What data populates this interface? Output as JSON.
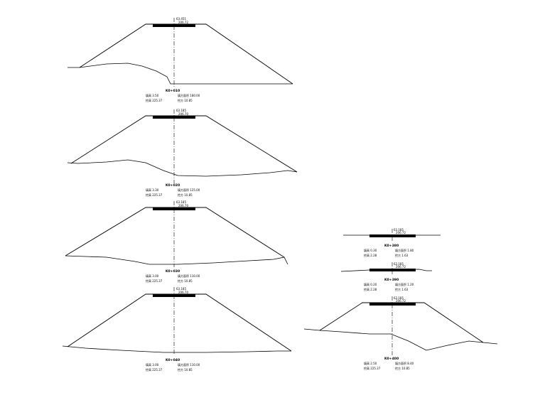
{
  "sections": [
    {
      "station": "K0+010",
      "design_elev": "63.451",
      "design_elev_sub": "206.72",
      "info": [
        "填高 3.50",
        "填方面积 180.00",
        "挖高 225.37",
        "挖方 10.85"
      ]
    },
    {
      "station": "K0+020",
      "design_elev": "63.185",
      "design_elev_sub": "206.70",
      "info": [
        "填高 3.30",
        "填方面积 125.00",
        "挖高 225.37",
        "挖方 10.85"
      ]
    },
    {
      "station": "K0+030",
      "design_elev": "63.185",
      "design_elev_sub": "206.70",
      "info": [
        "填高 3.00",
        "填方面积 110.00",
        "挖高 225.37",
        "挖方 10.85"
      ]
    },
    {
      "station": "K0+040",
      "design_elev": "63.185",
      "design_elev_sub": "206.70",
      "info": [
        "填高 3.00",
        "填方面积 110.00",
        "挖高 225.37",
        "挖方 10.85"
      ]
    },
    {
      "station": "K0+380",
      "design_elev": "63.185",
      "design_elev_sub": "206.72",
      "info": [
        "填高 0.30",
        "填方面积 1.80",
        "挖高 2.28",
        "挖方 1.63"
      ]
    },
    {
      "station": "K0+390",
      "design_elev": "63.185",
      "design_elev_sub": "206.72",
      "info": [
        "填高 0.20",
        "填方面积 1.20",
        "挖高 2.28",
        "挖方 1.63"
      ]
    },
    {
      "station": "K0+400",
      "design_elev": "63.185",
      "design_elev_sub": "206.72",
      "info": [
        "填高 2.50",
        "填方面积 8.40",
        "挖高 225.37",
        "挖方 10.85"
      ]
    }
  ]
}
